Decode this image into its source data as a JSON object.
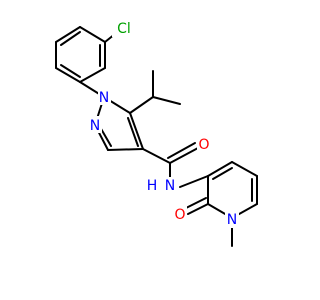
{
  "molecule": {
    "atoms": {
      "cl": {
        "text": "Cl",
        "color": "#00a000"
      },
      "n1": {
        "text": "N",
        "color": "#0000ff"
      },
      "n2": {
        "text": "N",
        "color": "#0000ff"
      },
      "o_amide": {
        "text": "O",
        "color": "#ff0000"
      },
      "nh": {
        "text": "N",
        "color": "#0000ff"
      },
      "h": {
        "text": "H",
        "color": "#0000ff"
      },
      "o_pyridone": {
        "text": "O",
        "color": "#ff0000"
      },
      "n_pyridone": {
        "text": "N",
        "color": "#0000ff"
      }
    }
  }
}
